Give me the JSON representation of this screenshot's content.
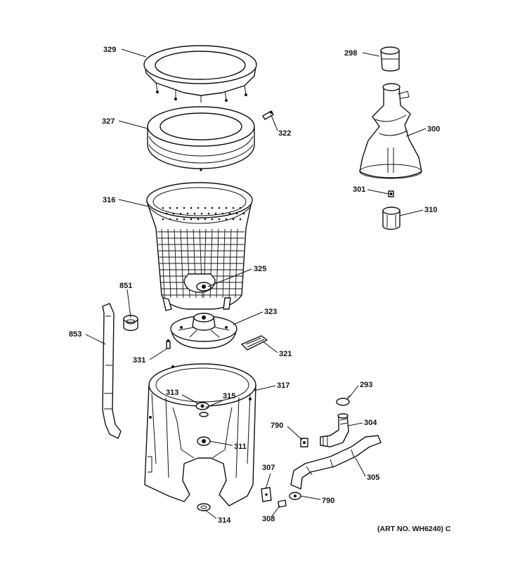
{
  "labels": {
    "p329": "329",
    "p327": "327",
    "p322": "322",
    "p316": "316",
    "p325": "325",
    "p298": "298",
    "p300": "300",
    "p301": "301",
    "p310": "310",
    "p851": "851",
    "p853": "853",
    "p323": "323",
    "p321": "321",
    "p331": "331",
    "p317": "317",
    "p313": "313",
    "p315": "315",
    "p311": "311",
    "p314": "314",
    "p293": "293",
    "p304": "304",
    "p790a": "790",
    "p790b": "790",
    "p305": "305",
    "p307": "307",
    "p308": "308"
  },
  "footer": "(ART NO. WH6240) C"
}
